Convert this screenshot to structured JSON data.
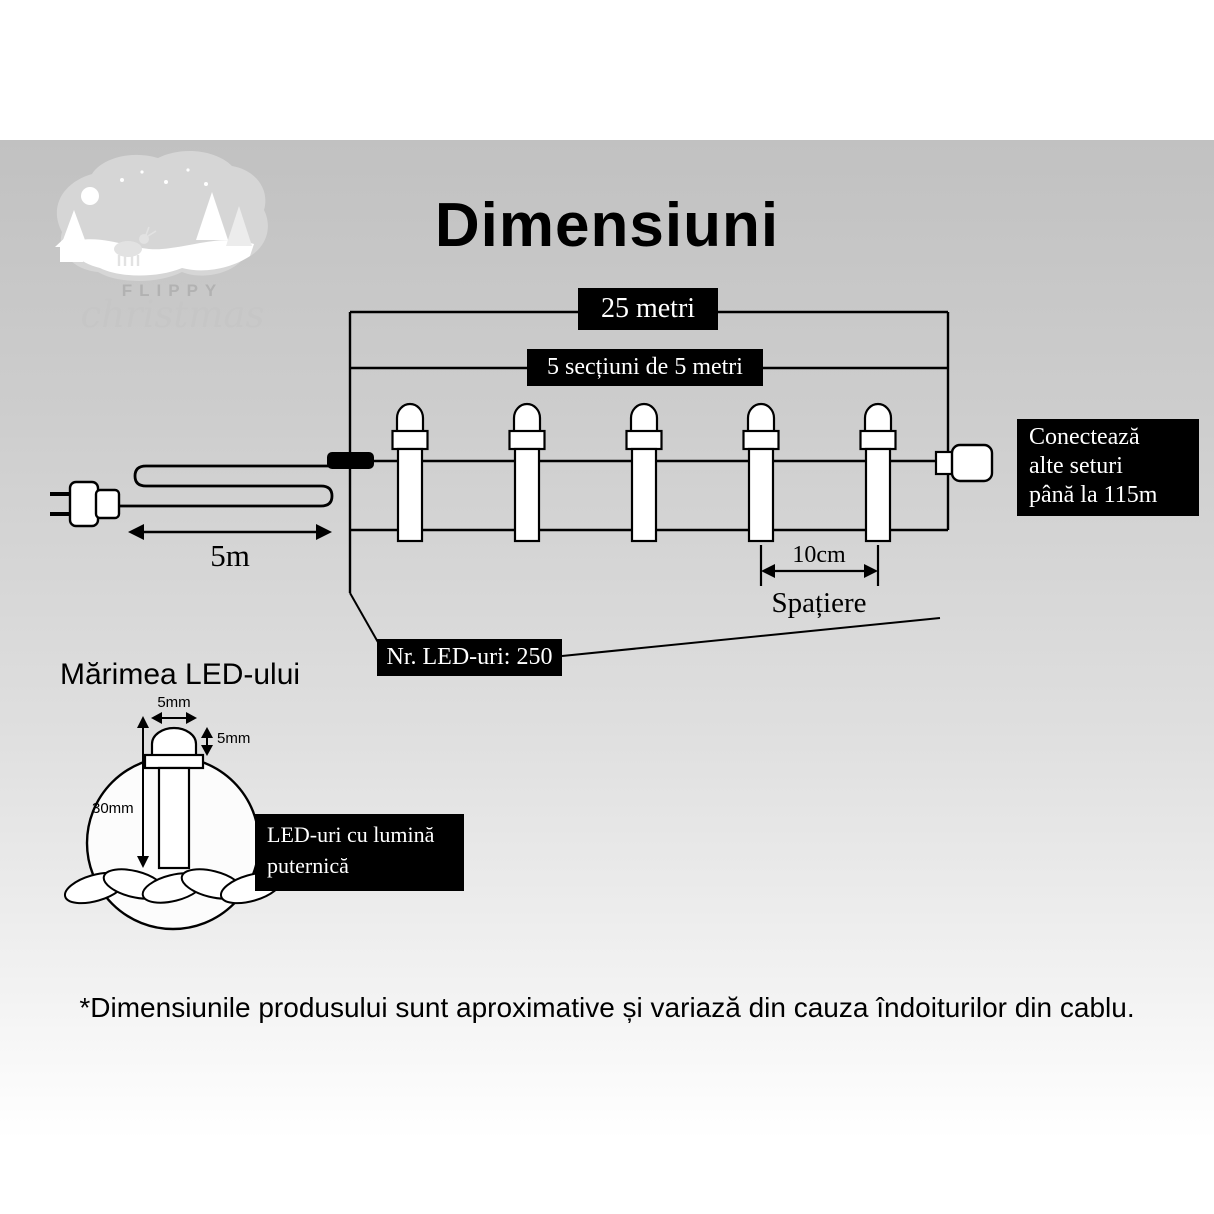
{
  "page": {
    "title": "Dimensiuni",
    "disclaimer": "*Dimensiunile produsului sunt aproximative și variază din cauza îndoiturilor din cablu."
  },
  "logo": {
    "brand": "FLIPPY",
    "brand_script": "christmas"
  },
  "diagram": {
    "total_length": "25 metri",
    "sections": "5 secțiuni de 5 metri",
    "lead_length": "5m",
    "connect_info": [
      "Conectează",
      "alte seturi",
      "până la 115m"
    ],
    "led_count": "Nr. LED-uri: 250",
    "spacing_value": "10cm",
    "spacing_label": "Spațiere",
    "led_count_value": 250,
    "num_bulbs_drawn": 5
  },
  "led_detail": {
    "heading": "Mărimea LED-ului",
    "bulb_width": "5mm",
    "bulb_tip_height": "5mm",
    "bulb_length": "30mm",
    "callout": [
      "LED-uri cu lumină",
      "puternică"
    ]
  },
  "colors": {
    "label_bg": "#000000",
    "label_text": "#ffffff",
    "line": "#000000",
    "background_top": "#c1c1c1",
    "background_bottom": "#ffffff",
    "logo_text": "#b2b2b2"
  }
}
